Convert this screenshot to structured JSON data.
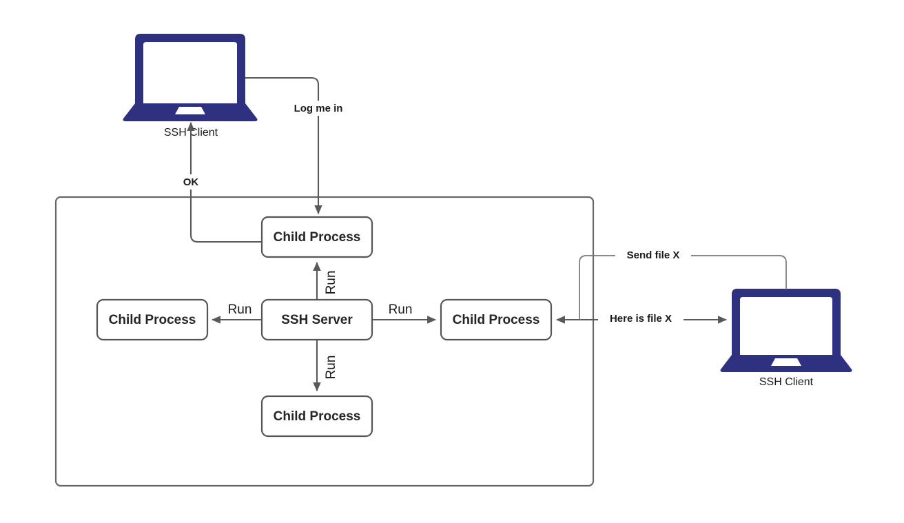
{
  "diagram": {
    "title": "SSH Server child process architecture",
    "colors": {
      "laptop": "#2e3180",
      "box_stroke": "#555555",
      "container_stroke": "#666666",
      "edge": "#595959",
      "text": "#1a1a1a",
      "background": "#ffffff"
    },
    "devices": [
      {
        "id": "client-top",
        "label": "SSH Client",
        "icon": "laptop-icon"
      },
      {
        "id": "client-right",
        "label": "SSH Client",
        "icon": "laptop-icon"
      }
    ],
    "nodes": [
      {
        "id": "child-top",
        "label": "Child Process"
      },
      {
        "id": "child-left",
        "label": "Child Process"
      },
      {
        "id": "server",
        "label": "SSH Server"
      },
      {
        "id": "child-right",
        "label": "Child Process"
      },
      {
        "id": "child-bottom",
        "label": "Child Process"
      }
    ],
    "edges": [
      {
        "id": "login",
        "label": "Log me in",
        "from": "client-top",
        "to": "child-top",
        "style": "bold"
      },
      {
        "id": "ok",
        "label": "OK",
        "from": "child-top",
        "to": "client-top",
        "style": "bold"
      },
      {
        "id": "run-up",
        "label": "Run",
        "from": "server",
        "to": "child-top",
        "style": "plain-rotated"
      },
      {
        "id": "run-left",
        "label": "Run",
        "from": "server",
        "to": "child-left",
        "style": "plain"
      },
      {
        "id": "run-right",
        "label": "Run",
        "from": "server",
        "to": "child-right",
        "style": "plain"
      },
      {
        "id": "run-down",
        "label": "Run",
        "from": "server",
        "to": "child-bottom",
        "style": "plain-rotated"
      },
      {
        "id": "send-file",
        "label": "Send file X",
        "from": "child-right",
        "to": "client-right",
        "style": "bold"
      },
      {
        "id": "here-is-file",
        "label": "Here is file X",
        "from": "client-right",
        "to": "child-right",
        "style": "bold"
      }
    ]
  }
}
